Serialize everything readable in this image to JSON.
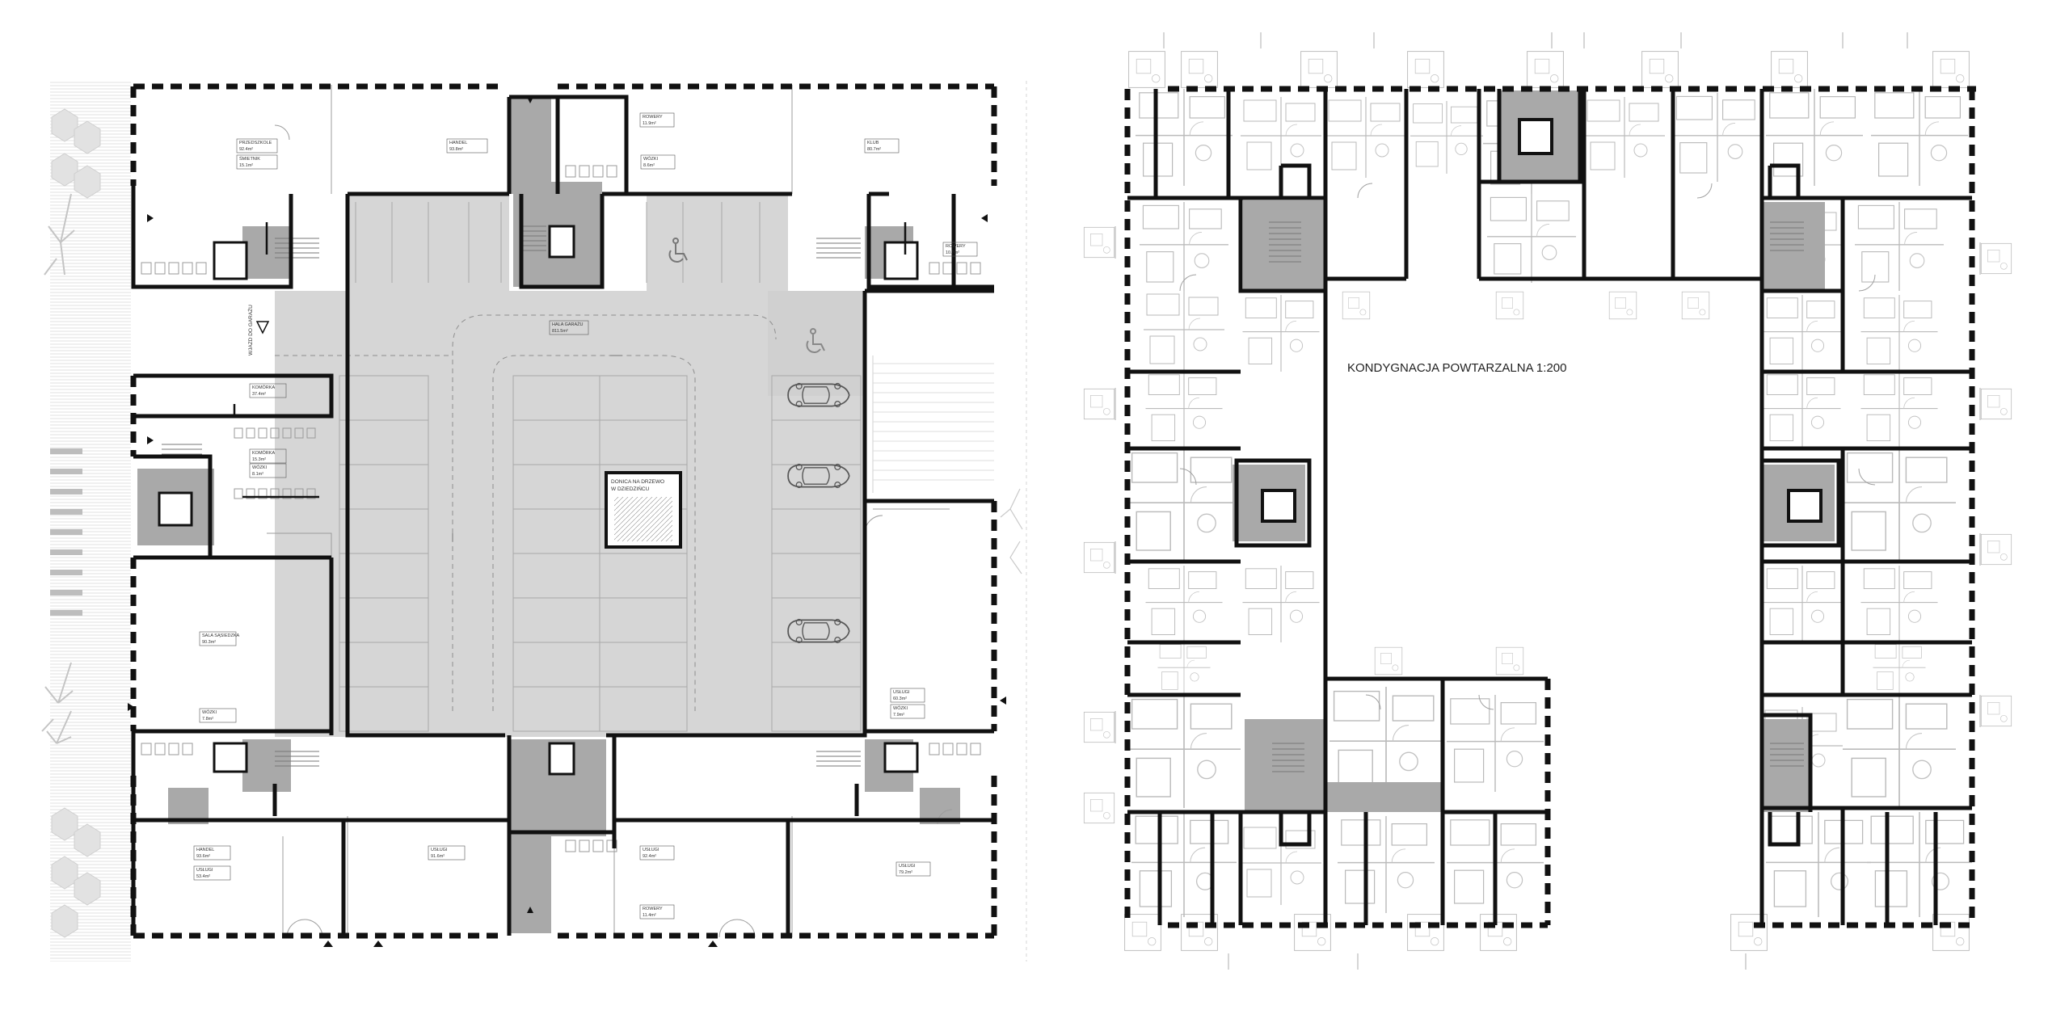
{
  "title": "KONDYGNACJA POWTARZALNA 1:200",
  "ground_floor": {
    "garage_entry": "WJAZD DO GARAŻU",
    "courtyard_label_1": "DONICA NA DRZEWO",
    "courtyard_label_2": "W DZIEDZIŃCU",
    "room_labels": [
      {
        "name": "PRZEDSZKOLE",
        "area": "92.4m²"
      },
      {
        "name": "ŚMIETNIK",
        "area": "15.1m²"
      },
      {
        "name": "HANDEL",
        "area": "93.8m²"
      },
      {
        "name": "ROWERY",
        "area": "11.9m²"
      },
      {
        "name": "KLUB",
        "area": "80.7m²"
      },
      {
        "name": "WÓZKI",
        "area": "8.6m²"
      },
      {
        "name": "ROWERY",
        "area": "10.7m²"
      },
      {
        "name": "HALA GARAŻU",
        "area": "811.5m²"
      },
      {
        "name": "KOMÓRKA",
        "area": "37.4m²"
      },
      {
        "name": "KOMÓRKA",
        "area": "15.3m²"
      },
      {
        "name": "WÓZKI",
        "area": "8.1m²"
      },
      {
        "name": "SALA SĄSIEDZKA",
        "area": "90.3m²"
      },
      {
        "name": "WÓZKI",
        "area": "7.8m²"
      },
      {
        "name": "USŁUGI",
        "area": "60.3m²"
      },
      {
        "name": "WÓZKI",
        "area": "7.9m²"
      },
      {
        "name": "HANDEL",
        "area": "93.6m²"
      },
      {
        "name": "USŁUGI",
        "area": "53.4m²"
      },
      {
        "name": "USŁUGI",
        "area": "91.6m²"
      },
      {
        "name": "ROWERY",
        "area": "11.4m²"
      },
      {
        "name": "USŁUGI",
        "area": "92.4m²"
      },
      {
        "name": "USŁUGI",
        "area": "79.2m²"
      }
    ]
  },
  "colors": {
    "wall": "#111111",
    "core_fill": "#a9a9a9",
    "garage_fill": "#d6d6d6",
    "line": "#9a9a9a",
    "furniture": "#b5b5b5"
  },
  "icons": {
    "accessible_parking": "wheelchair-icon",
    "entrance": "entrance-arrow-icon",
    "car": "car-icon",
    "tree": "tree-icon"
  }
}
